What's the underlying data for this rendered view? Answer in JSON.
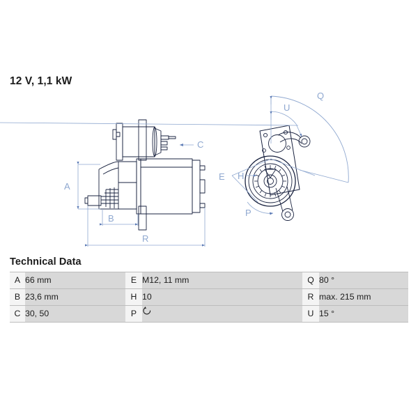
{
  "header": {
    "power_rating": "12 V, 1,1 kW"
  },
  "drawings": {
    "side_view": {
      "name": "starter-motor-side-view",
      "dimension_labels": [
        "A",
        "B",
        "C",
        "R"
      ],
      "colors": {
        "outline": "#1a2340",
        "dimension": "#8fa8d0"
      }
    },
    "end_view": {
      "name": "starter-motor-end-view",
      "dimension_labels": [
        "E",
        "H",
        "P",
        "Q",
        "U"
      ],
      "colors": {
        "outline": "#1a2340",
        "dimension": "#8fa8d0"
      }
    }
  },
  "tech_data": {
    "title": "Technical Data",
    "rows": [
      {
        "k1": "A",
        "v1": "66 mm",
        "k2": "E",
        "v2": "M12, 11 mm",
        "k3": "Q",
        "v3": "80 °"
      },
      {
        "k1": "B",
        "v1": "23,6 mm",
        "k2": "H",
        "v2": "10",
        "k3": "R",
        "v3": "max. 215 mm"
      },
      {
        "k1": "C",
        "v1": "30, 50",
        "k2": "P",
        "v2": "",
        "k3": "U",
        "v3": "15 °"
      }
    ],
    "p_value_icon": "counterclockwise-rotation-icon",
    "colors": {
      "value_cell": "#d8d8d8",
      "key_cell": "#f4f4f4",
      "rule": "#bdbdbd"
    }
  }
}
